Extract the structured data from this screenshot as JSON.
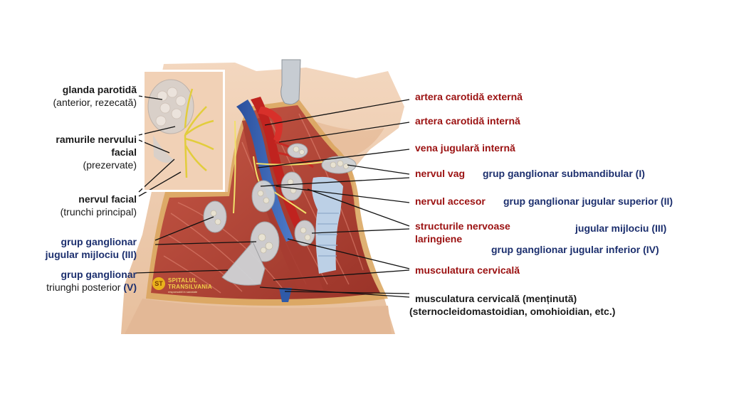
{
  "left_labels": {
    "parotid_title": "glanda parotidă",
    "parotid_sub": "(anterior, rezecată)",
    "facial_branches_1": "ramurile nervului",
    "facial_branches_2": "facial",
    "facial_branches_sub": "(prezervate)",
    "facial_nerve_title": "nervul facial",
    "facial_nerve_sub": "(trunchi principal)",
    "group3_1": "grup ganglionar",
    "group3_2": "jugular mijlociu (III)",
    "group5_1": "grup ganglionar",
    "group5_2a": "triunghi posterior ",
    "group5_2b": "(V)"
  },
  "right_labels": {
    "ext_carotid": "artera carotidă externă",
    "int_carotid": "artera carotidă internă",
    "int_jugular": "vena jugulară internă",
    "vagus": "nervul vag",
    "group1": "grup ganglionar submandibular (I)",
    "accessory": "nervul accesor",
    "group2": "grup ganglionar jugular superior (II)",
    "laryngeal_1": "structurile nervoase",
    "laryngeal_2": "laringiene",
    "group3": "jugular mijlociu (III)",
    "group4": "grup ganglionar jugular inferior (IV)",
    "muscles": "musculatura cervicală",
    "muscles_kept_1": "musculatura cervicală (menținută)",
    "muscles_kept_2": "(sternocleidomastoidian, omohioidian, etc.)"
  },
  "logo": {
    "mark": "ST",
    "line1": "SPITALUL",
    "line2": "TRANSILVANIA",
    "tagline": "responsabil in sanatate"
  },
  "colors": {
    "red_label": "#9b1111",
    "blue_label": "#1c2f6e",
    "muscle": "#b5473c",
    "node": "#cfd3d6",
    "nerve": "#e6d24a",
    "vein": "#2f5aa8",
    "skin": "#efd0b5"
  }
}
